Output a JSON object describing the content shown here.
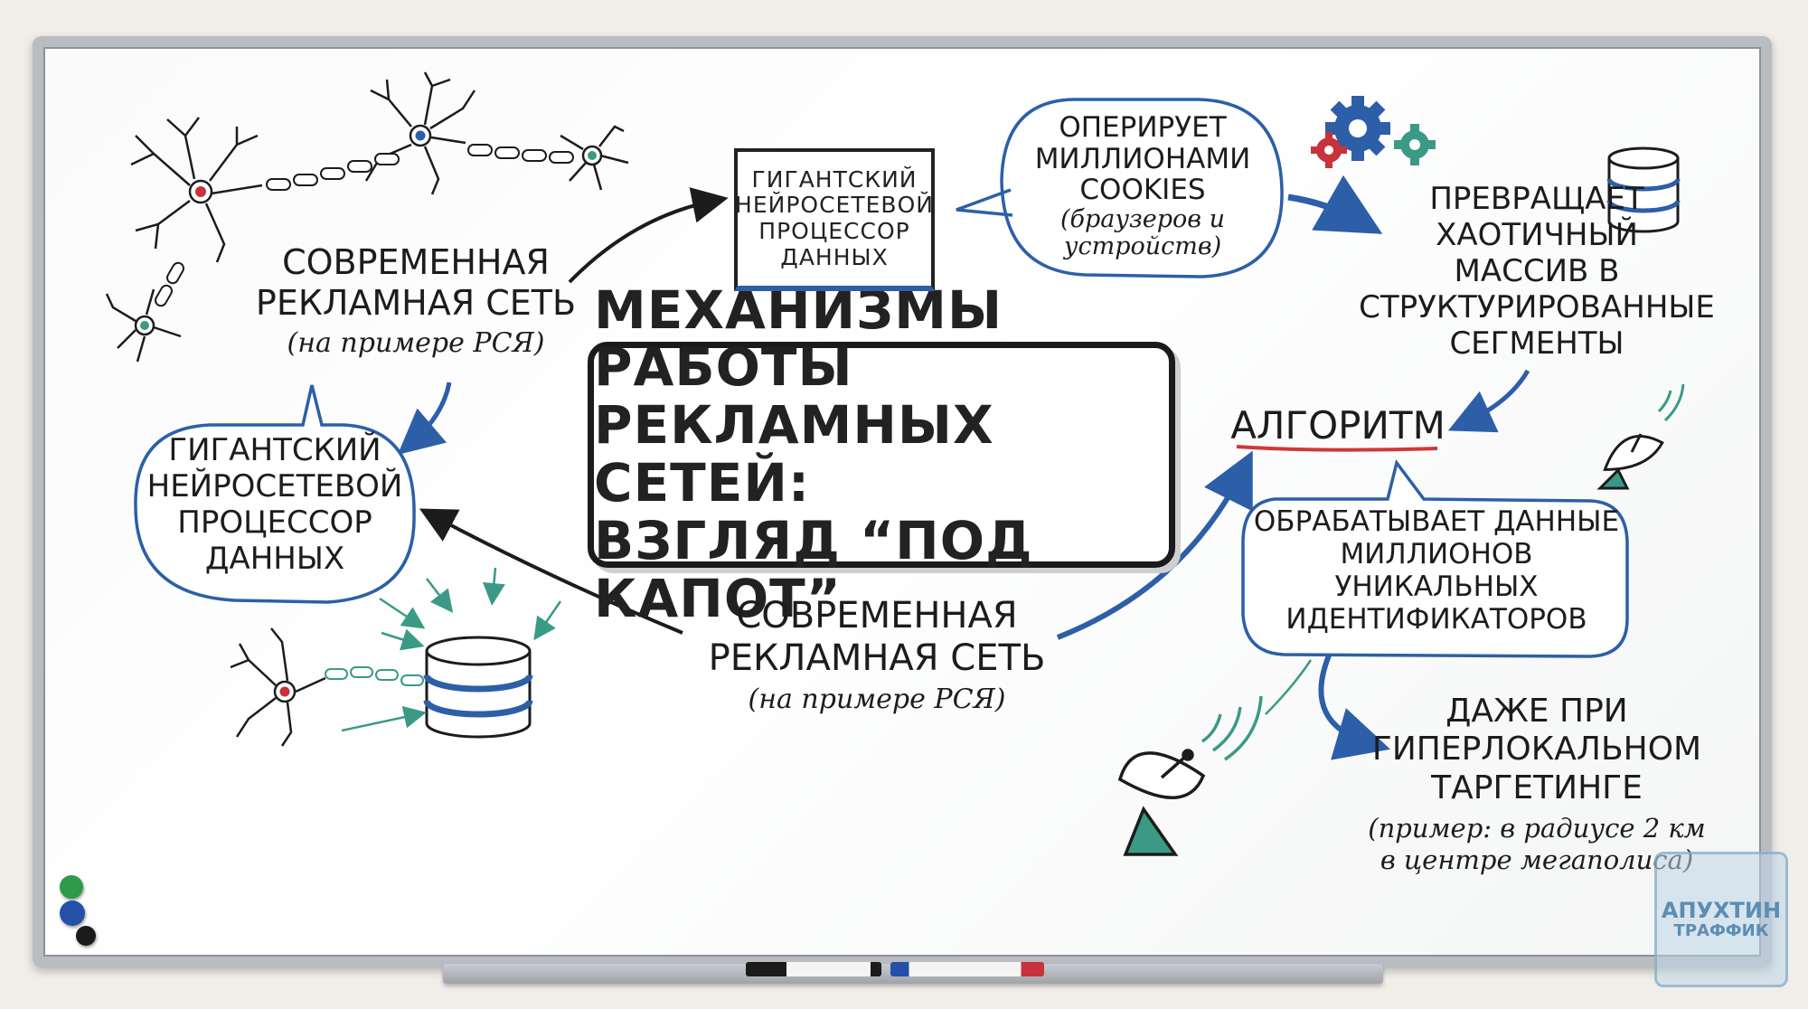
{
  "title": {
    "line1": "МЕХАНИЗМЫ РАБОТЫ",
    "line2": "РЕКЛАМНЫХ СЕТЕЙ:",
    "line3": "ВЗГЛЯД “ПОД КАПОТ”"
  },
  "left_network": {
    "line1": "СОВРЕМЕННАЯ",
    "line2": "РЕКЛАМНАЯ СЕТЬ",
    "note": "(на примере РСЯ)"
  },
  "center_network": {
    "line1": "СОВРЕМЕННАЯ",
    "line2": "РЕКЛАМНАЯ СЕТЬ",
    "note": "(на примере РСЯ)"
  },
  "processor_box": {
    "line1": "ГИГАНТСКИЙ",
    "line2": "НЕЙРОСЕТЕВОЙ",
    "line3": "ПРОЦЕССОР",
    "line4": "ДАННЫХ"
  },
  "processor_bubble": {
    "line1": "ГИГАНТСКИЙ",
    "line2": "НЕЙРОСЕТЕВОЙ",
    "line3": "ПРОЦЕССОР",
    "line4": "ДАННЫХ"
  },
  "cookies_bubble": {
    "line1": "ОПЕРИРУЕТ",
    "line2": "МИЛЛИОНАМИ",
    "line3": "COOKIES",
    "line4": "(браузеров и",
    "line5": "устройств)"
  },
  "transform": {
    "line1": "ПРЕВРАЩАЕТ",
    "line2": "ХАОТИЧНЫЙ",
    "line3": "МАССИВ В",
    "line4": "СТРУКТУРИРОВАННЫЕ",
    "line5": "СЕГМЕНТЫ"
  },
  "algorithm": "АЛГОРИТМ",
  "ids_bubble": {
    "line1": "ОБРАБАТЫВАЕТ ДАННЫЕ",
    "line2": "МИЛЛИОНОВ",
    "line3": "УНИКАЛЬНЫХ",
    "line4": "ИДЕНТИФИКАТОРОВ"
  },
  "hyperlocal": {
    "line1": "ДАЖЕ ПРИ",
    "line2": "ГИПЕРЛОКАЛЬНОМ",
    "line3": "ТАРГЕТИНГЕ",
    "line4": "(пример: в радиусе 2 км",
    "line5": "в центре мегаполиса)"
  },
  "logo": {
    "line1": "АПУХТИН",
    "line2": "ТРАФФИК"
  },
  "colors": {
    "ink": "#1c1c1c",
    "blue": "#2d5fa8",
    "teal": "#3a9a86",
    "red_underline": "#d0383a"
  },
  "icons": [
    "neuron-icon",
    "database-icon",
    "gears-icon",
    "satellite-dish-icon"
  ]
}
